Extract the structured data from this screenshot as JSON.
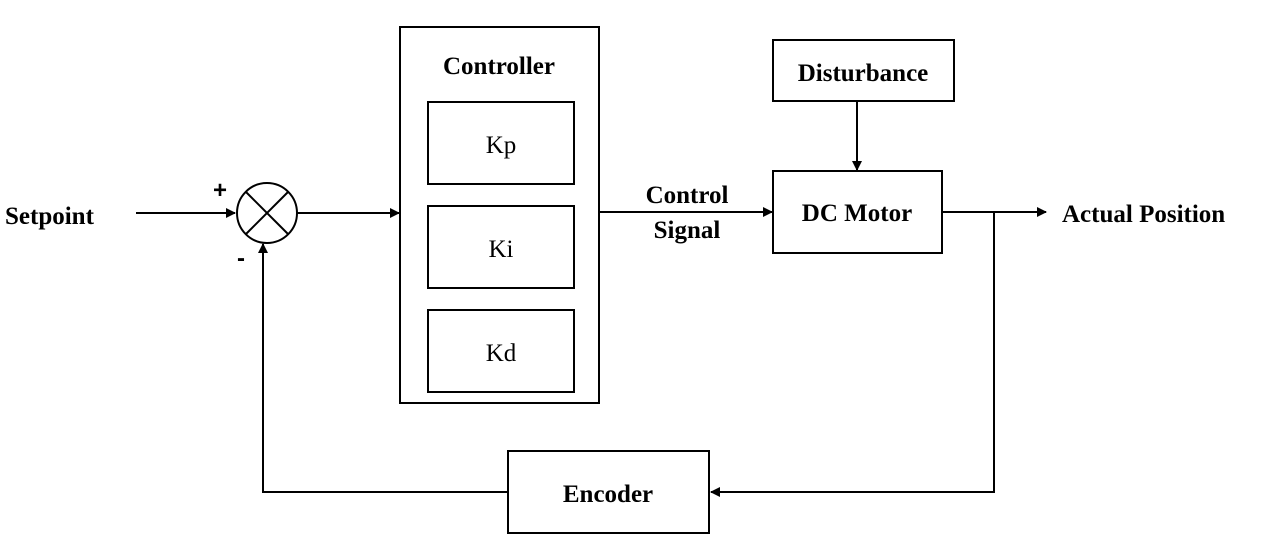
{
  "input_label": "Setpoint",
  "output_label": "Actual Position",
  "summing_junction": {
    "plus_sign": "+",
    "minus_sign": "-"
  },
  "controller": {
    "title": "Controller",
    "gains": [
      "Kp",
      "Ki",
      "Kd"
    ]
  },
  "control_signal": {
    "line1": "Control",
    "line2": "Signal"
  },
  "plant_label": "DC Motor",
  "disturbance_label": "Disturbance",
  "feedback_label": "Encoder"
}
